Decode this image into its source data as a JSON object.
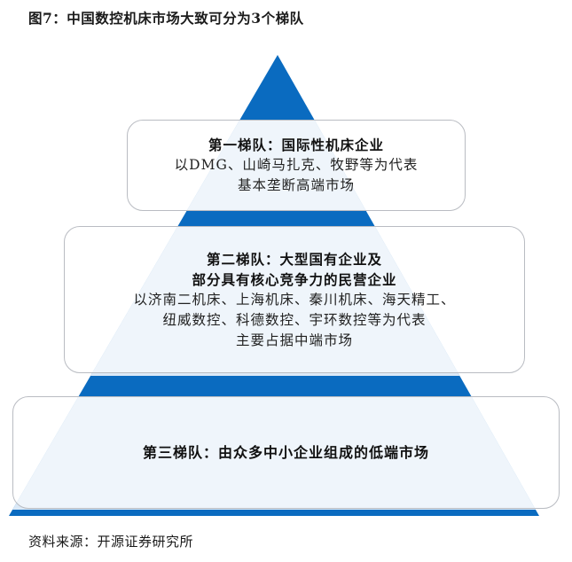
{
  "figure": {
    "title": "图7：中国数控机床市场大致可分为3个梯队",
    "source": "资料来源：开源证券研究所"
  },
  "colors": {
    "pyramid_blue": "#0a6bc0",
    "pyramid_light": "#dbe9f7",
    "box_border": "#b9bcc2"
  },
  "tiers": [
    {
      "lines": [
        {
          "text": "第一梯队：国际性机床企业",
          "bold": true
        },
        {
          "text": "以DMG、山崎马扎克、牧野等为代表",
          "bold": false
        },
        {
          "text": "基本垄断高端市场",
          "bold": false
        }
      ]
    },
    {
      "lines": [
        {
          "text": "第二梯队：大型国有企业及",
          "bold": true
        },
        {
          "text": "部分具有核心竞争力的民营企业",
          "bold": true
        },
        {
          "text": "以济南二机床、上海机床、秦川机床、海天精工、",
          "bold": false
        },
        {
          "text": "纽威数控、科德数控、宇环数控等为代表",
          "bold": false
        },
        {
          "text": "主要占据中端市场",
          "bold": false
        }
      ]
    },
    {
      "lines": [
        {
          "text": "第三梯队：由众多中小企业组成的低端市场",
          "bold": true
        }
      ]
    }
  ]
}
